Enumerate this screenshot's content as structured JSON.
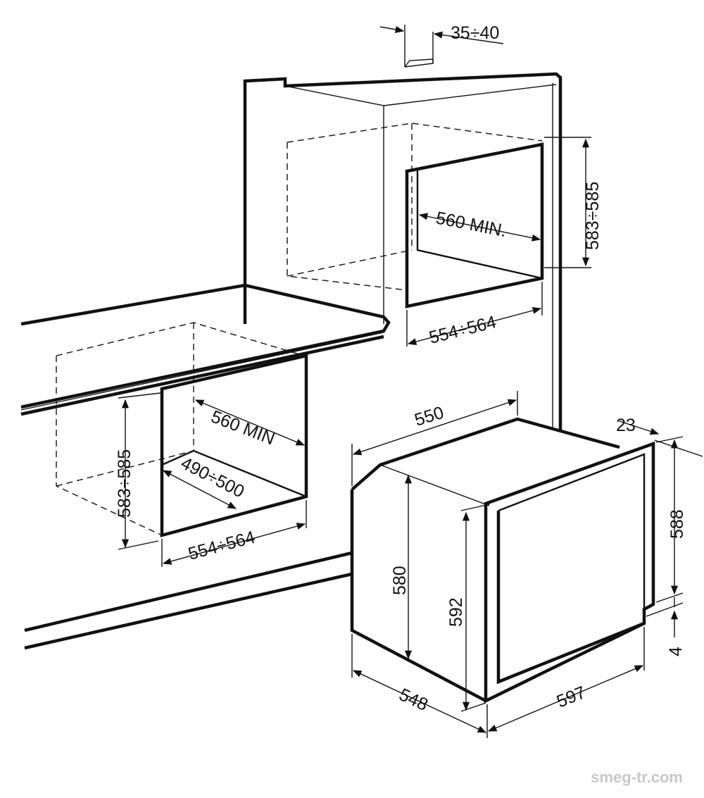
{
  "labels": {
    "top_overhang": "35÷40",
    "upper_depth": "560 MIN.",
    "upper_height": "583÷585",
    "upper_width": "554÷564",
    "lower_depth": "560 MIN",
    "lower_height": "583÷585",
    "lower_inner": "490÷500",
    "lower_width": "554÷564",
    "oven_top_depth": "550",
    "oven_front_offset": "23",
    "oven_panel_height": "588",
    "oven_body_height": "580",
    "oven_front_height": "592",
    "oven_bottom_gap": "4",
    "oven_side_depth": "548",
    "oven_front_width": "597"
  },
  "watermark": "smeg-tr.com"
}
